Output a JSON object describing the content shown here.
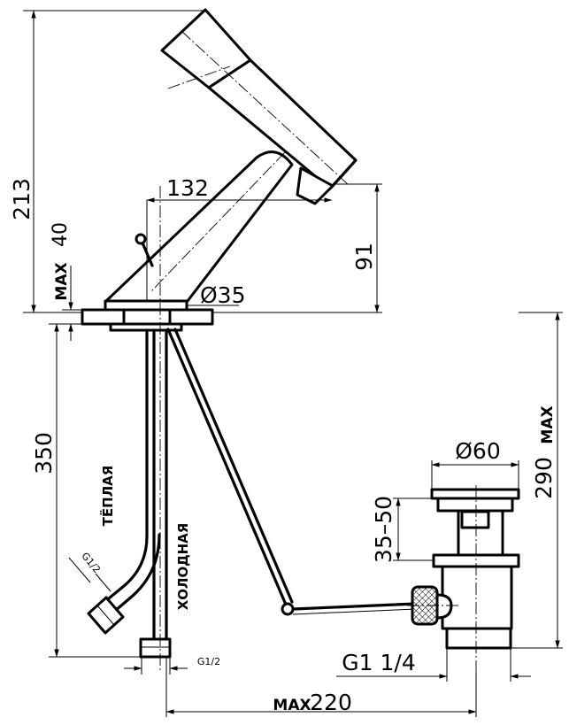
{
  "dimensions": {
    "height_total": "213",
    "max_label": "MAX",
    "max_deck": "40",
    "spout_reach": "132",
    "spout_height": "91",
    "base_diameter": "Ø35",
    "hose_length": "350",
    "drain_diameter": "Ø60",
    "drain_range": "35–50",
    "drain_depth": "290",
    "thread_drain": "G1  1/4",
    "thread_hose_top": "G1/2",
    "thread_hose_bottom": "G1/2",
    "rod_max": "220"
  },
  "labels": {
    "warm": "ТЁПЛАЯ",
    "cold": "ХОЛОДНАЯ"
  }
}
